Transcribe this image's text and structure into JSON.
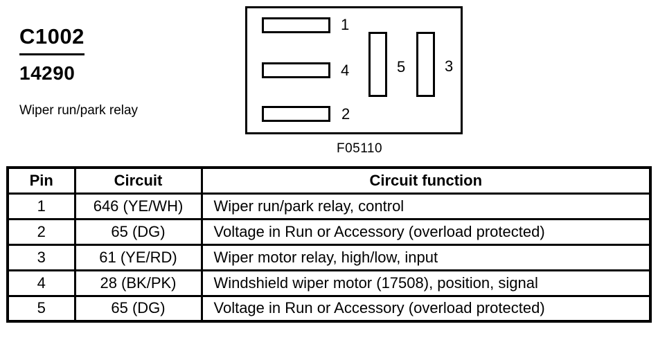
{
  "header": {
    "connector_id": "C1002",
    "part_number": "14290",
    "description": "Wiper run/park relay"
  },
  "diagram": {
    "figure_caption": "F05110",
    "pins": [
      {
        "label": "1",
        "orientation": "horizontal"
      },
      {
        "label": "4",
        "orientation": "horizontal"
      },
      {
        "label": "2",
        "orientation": "horizontal"
      },
      {
        "label": "5",
        "orientation": "vertical"
      },
      {
        "label": "3",
        "orientation": "vertical"
      }
    ]
  },
  "table": {
    "headers": [
      "Pin",
      "Circuit",
      "Circuit function"
    ],
    "rows": [
      {
        "pin": "1",
        "circuit": "646 (YE/WH)",
        "function": "Wiper run/park relay, control"
      },
      {
        "pin": "2",
        "circuit": "65 (DG)",
        "function": "Voltage in Run or Accessory (overload protected)"
      },
      {
        "pin": "3",
        "circuit": "61 (YE/RD)",
        "function": "Wiper motor relay, high/low, input"
      },
      {
        "pin": "4",
        "circuit": "28 (BK/PK)",
        "function": "Windshield wiper motor (17508), position, signal"
      },
      {
        "pin": "5",
        "circuit": "65 (DG)",
        "function": "Voltage in Run or Accessory (overload protected)"
      }
    ]
  },
  "colors": {
    "foreground": "#000000",
    "background": "#ffffff"
  }
}
